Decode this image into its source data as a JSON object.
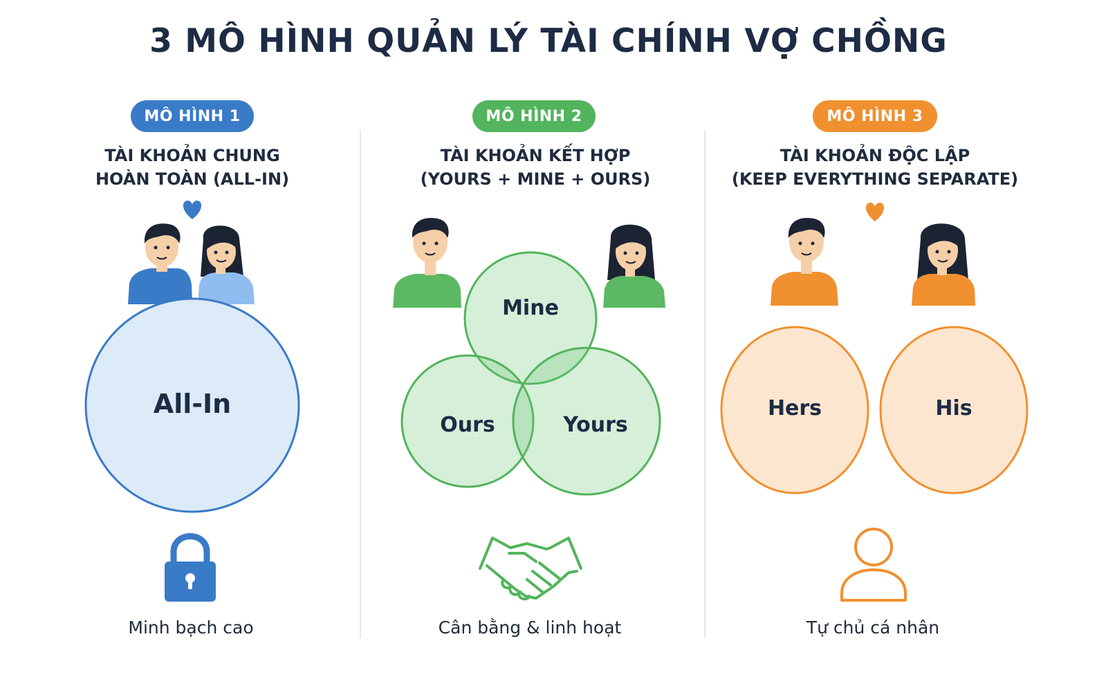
{
  "title": "3 MÔ HÌNH QUẢN LÝ TÀI CHÍNH VỢ CHỒNG",
  "colors": {
    "blue": "#3a7bc8",
    "green": "#52b45c",
    "orange": "#f0902f",
    "text_dark": "#1d2b44"
  },
  "models": [
    {
      "badge": "MÔ HÌNH 1",
      "heading": "TÀI KHOẢN CHUNG\nHOÀN TOÀN (ALL-IN)",
      "circle_labels": [
        "All-In"
      ],
      "footer": "Minh bạch cao",
      "icons": [
        "heart-icon",
        "man-avatar-icon",
        "woman-avatar-icon",
        "lock-icon"
      ]
    },
    {
      "badge": "MÔ HÌNH 2",
      "heading": "TÀI KHOẢN KẾT HỢP\n(YOURS + MINE + OURS)",
      "circle_labels": [
        "Mine",
        "Ours",
        "Yours"
      ],
      "footer": "Cân bằng & linh hoạt",
      "icons": [
        "man-avatar-icon",
        "woman-avatar-icon",
        "handshake-icon"
      ]
    },
    {
      "badge": "MÔ HÌNH 3",
      "heading": "TÀI KHOẢN ĐỘC LẬP\n(KEEP EVERYTHING SEPARATE)",
      "circle_labels": [
        "Hers",
        "His"
      ],
      "footer": "Tự chủ cá nhân",
      "icons": [
        "heart-icon",
        "man-avatar-icon",
        "woman-avatar-icon",
        "user-icon"
      ]
    }
  ]
}
